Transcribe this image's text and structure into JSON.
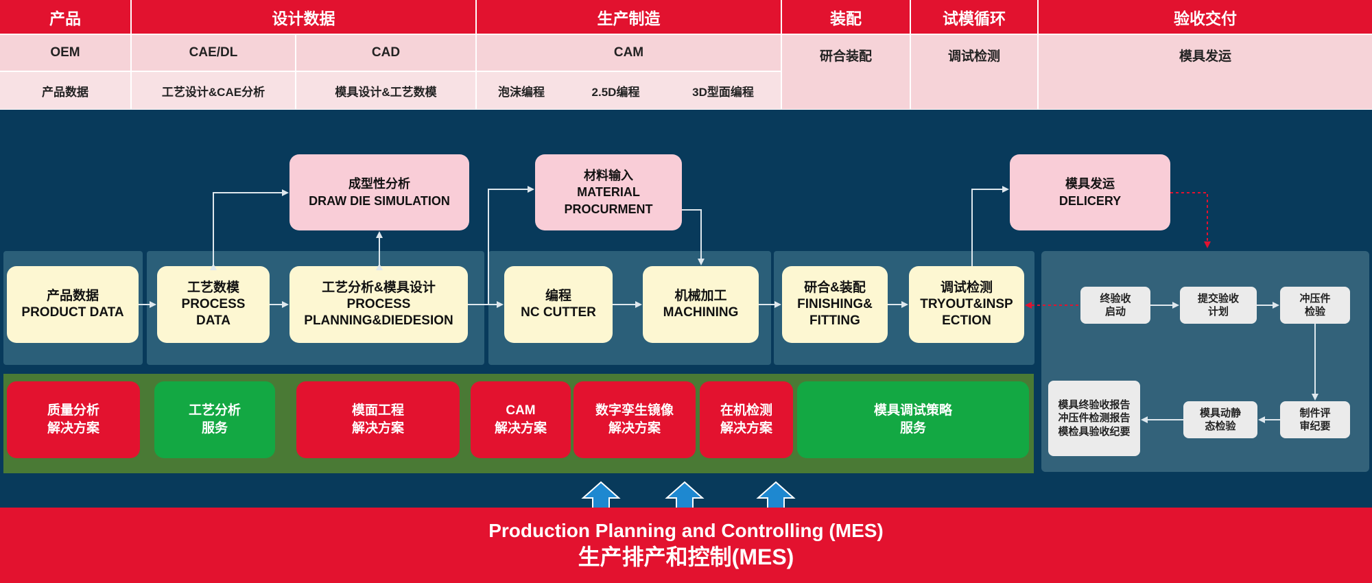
{
  "header": {
    "categories": [
      "产品",
      "设计数据",
      "生产制造",
      "装配",
      "试模循环",
      "验收交付"
    ],
    "row2": [
      "OEM",
      "CAE/DL",
      "CAD",
      "CAM",
      "研合装配",
      "调试检测",
      "模具发运"
    ],
    "row3": [
      "产品数据",
      "工艺设计&CAE分析",
      "模具设计&工艺数模",
      "泡沫编程",
      "2.5D编程",
      "3D型面编程"
    ]
  },
  "flow": {
    "product_data": {
      "cn": "产品数据",
      "en": "PRODUCT DATA"
    },
    "process_data": {
      "cn": "工艺数模",
      "en1": "PROCESS",
      "en2": "DATA"
    },
    "process_planning": {
      "cn": "工艺分析&模具设计",
      "en1": "PROCESS",
      "en2": "PLANNING&DIEDESION"
    },
    "nc_cutter": {
      "cn": "编程",
      "en": "NC CUTTER"
    },
    "machining": {
      "cn": "机械加工",
      "en": "MACHINING"
    },
    "finishing": {
      "cn": "研合&装配",
      "en1": "FINISHING&",
      "en2": "FITTING"
    },
    "tryout": {
      "cn": "调试检测",
      "en1": "TRYOUT&INSP",
      "en2": "ECTION"
    },
    "draw_die": {
      "cn": "成型性分析",
      "en": "DRAW DIE SIMULATION"
    },
    "material": {
      "cn": "材料输入",
      "en1": "MATERIAL",
      "en2": "PROCURMENT"
    },
    "delivery": {
      "cn": "模具发运",
      "en": "DELICERY"
    }
  },
  "services": [
    {
      "l1": "质量分析",
      "l2": "解决方案"
    },
    {
      "l1": "工艺分析",
      "l2": "服务"
    },
    {
      "l1": "模面工程",
      "l2": "解决方案"
    },
    {
      "l1": "CAM",
      "l2": "解决方案"
    },
    {
      "l1": "数字孪生镜像",
      "l2": "解决方案"
    },
    {
      "l1": "在机检测",
      "l2": "解决方案"
    },
    {
      "l1": "模具调试策略",
      "l2": "服务"
    }
  ],
  "acceptance": {
    "start": {
      "l1": "终验收",
      "l2": "启动"
    },
    "plan": {
      "l1": "提交验收",
      "l2": "计划"
    },
    "stamp": {
      "l1": "冲压件",
      "l2": "检验"
    },
    "review": {
      "l1": "制件评",
      "l2": "审纪要"
    },
    "dynamic": {
      "l1": "模具动静",
      "l2": "态检验"
    },
    "reports": {
      "l1": "模具终验收报告",
      "l2": "冲压件检测报告",
      "l3": "模检具验收纪要"
    }
  },
  "mes": {
    "en": "Production Planning and Controlling (MES)",
    "cn": "生产排产和控制(MES)"
  },
  "colors": {
    "header_red": "#e2122f",
    "navy": "#083a5b",
    "panel": "#2b5f79",
    "yellow": "#fdf7d2",
    "pink": "#f9cdd7",
    "green": "#13a843",
    "arrow_blue": "#1e88d0"
  }
}
